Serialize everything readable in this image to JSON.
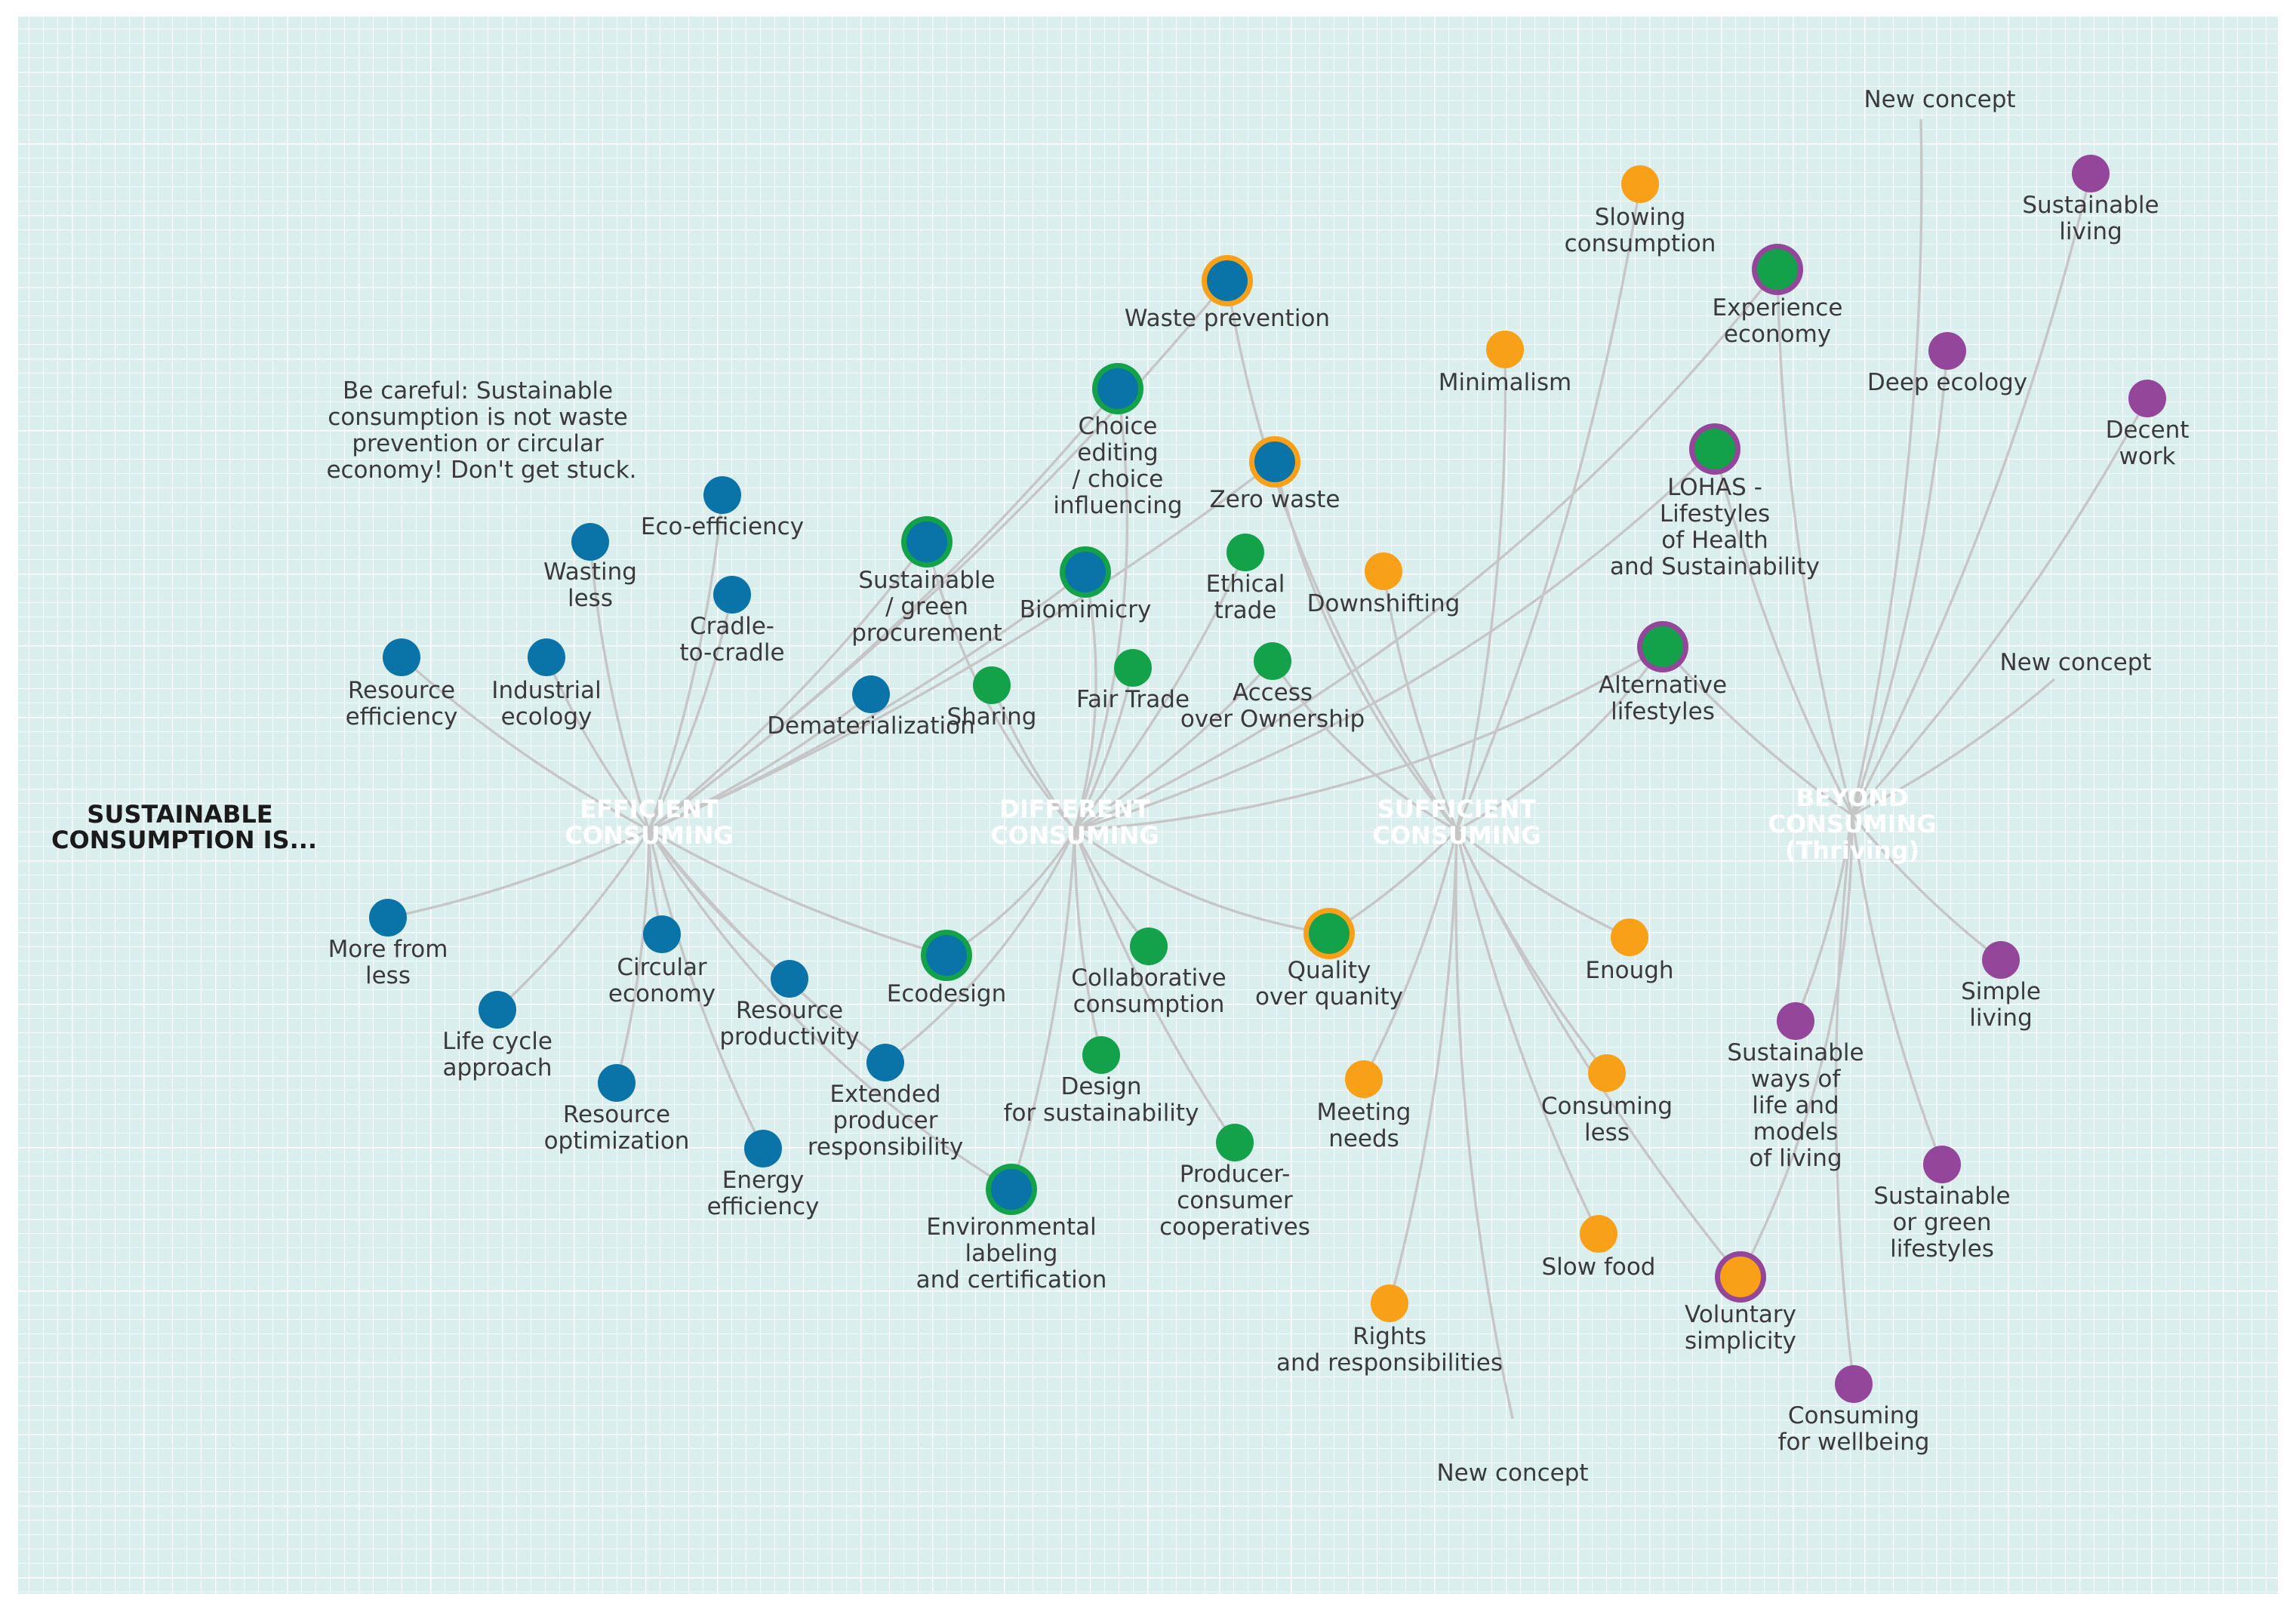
{
  "prefix": [
    "SUSTAINABLE",
    "CONSUMPTION IS..."
  ],
  "caution": [
    "Be careful: Sustainable",
    "consumption is not waste",
    "prevention or circular",
    "economy! Don't get stuck."
  ],
  "hubs": [
    {
      "id": "efficient",
      "lines": [
        "EFFICIENT",
        "CONSUMING"
      ]
    },
    {
      "id": "different",
      "lines": [
        "DIFFERENT",
        "CONSUMING"
      ]
    },
    {
      "id": "sufficient",
      "lines": [
        "SUFFICIENT",
        "CONSUMING"
      ]
    },
    {
      "id": "beyond",
      "lines": [
        "BEYOND",
        "CONSUMING",
        "(Thriving)"
      ]
    }
  ],
  "colors": {
    "blue": "#0a73a8",
    "green": "#13a24a",
    "orange": "#f9a019",
    "purple": "#93469a",
    "axis": "#f08c7f",
    "background": "#dbeeee",
    "grid": "#ffffff",
    "link": "#c6c6c6"
  },
  "concepts": [
    {
      "id": "resource-efficiency",
      "lines": [
        "Resource",
        "efficiency"
      ],
      "hub": "efficient",
      "fill": "blue"
    },
    {
      "id": "industrial-ecology",
      "lines": [
        "Industrial",
        "ecology"
      ],
      "hub": "efficient",
      "fill": "blue"
    },
    {
      "id": "wasting-less",
      "lines": [
        "Wasting",
        "less"
      ],
      "hub": "efficient",
      "fill": "blue"
    },
    {
      "id": "eco-efficiency",
      "lines": [
        "Eco-efficiency"
      ],
      "hub": "efficient",
      "fill": "blue"
    },
    {
      "id": "cradle-to-cradle",
      "lines": [
        "Cradle-",
        "to-cradle"
      ],
      "hub": "efficient",
      "fill": "blue"
    },
    {
      "id": "dematerialization",
      "lines": [
        "Dematerialization"
      ],
      "hub": "efficient",
      "fill": "blue"
    },
    {
      "id": "sustainable-procurement",
      "lines": [
        "Sustainable",
        "/ green",
        "procurement"
      ],
      "hub": "efficient",
      "fill": "blue",
      "ring": "green"
    },
    {
      "id": "biomimicry",
      "lines": [
        "Biomimicry"
      ],
      "hub": "efficient",
      "fill": "blue",
      "ring": "green"
    },
    {
      "id": "choice-editing",
      "lines": [
        "Choice",
        "editing",
        "/ choice",
        "influencing"
      ],
      "hub": "efficient",
      "fill": "blue",
      "ring": "green"
    },
    {
      "id": "waste-prevention",
      "lines": [
        "Waste prevention"
      ],
      "hub": "efficient",
      "fill": "blue",
      "ring": "orange"
    },
    {
      "id": "zero-waste",
      "lines": [
        "Zero waste"
      ],
      "hub": "efficient",
      "fill": "blue",
      "ring": "orange"
    },
    {
      "id": "more-from-less",
      "lines": [
        "More from",
        "less"
      ],
      "hub": "efficient",
      "fill": "blue"
    },
    {
      "id": "life-cycle",
      "lines": [
        "Life cycle",
        "approach"
      ],
      "hub": "efficient",
      "fill": "blue"
    },
    {
      "id": "circular-economy",
      "lines": [
        "Circular",
        "economy"
      ],
      "hub": "efficient",
      "fill": "blue"
    },
    {
      "id": "resource-optimization",
      "lines": [
        "Resource",
        "optimization"
      ],
      "hub": "efficient",
      "fill": "blue"
    },
    {
      "id": "resource-productivity",
      "lines": [
        "Resource",
        "productivity"
      ],
      "hub": "efficient",
      "fill": "blue"
    },
    {
      "id": "energy-efficiency",
      "lines": [
        "Energy",
        "efficiency"
      ],
      "hub": "efficient",
      "fill": "blue"
    },
    {
      "id": "extended-producer",
      "lines": [
        "Extended",
        "producer",
        "responsibility"
      ],
      "hub": "efficient",
      "fill": "blue"
    },
    {
      "id": "ecodesign",
      "lines": [
        "Ecodesign"
      ],
      "hub": "efficient",
      "fill": "blue",
      "ring": "green"
    },
    {
      "id": "environmental-labeling",
      "lines": [
        "Environmental",
        "labeling",
        "and certification"
      ],
      "hub": "different",
      "fill": "blue",
      "ring": "green"
    },
    {
      "id": "sharing",
      "lines": [
        "Sharing"
      ],
      "hub": "different",
      "fill": "green"
    },
    {
      "id": "fair-trade",
      "lines": [
        "Fair Trade"
      ],
      "hub": "different",
      "fill": "green"
    },
    {
      "id": "ethical-trade",
      "lines": [
        "Ethical",
        "trade"
      ],
      "hub": "different",
      "fill": "green"
    },
    {
      "id": "access-over-ownership",
      "lines": [
        "Access",
        "over Ownership"
      ],
      "hub": "different",
      "fill": "green"
    },
    {
      "id": "collaborative-consumption",
      "lines": [
        "Collaborative",
        "consumption"
      ],
      "hub": "different",
      "fill": "green"
    },
    {
      "id": "design-for-sustainability",
      "lines": [
        "Design",
        "for sustainability"
      ],
      "hub": "different",
      "fill": "green"
    },
    {
      "id": "producer-consumer",
      "lines": [
        "Producer-",
        "consumer",
        "cooperatives"
      ],
      "hub": "different",
      "fill": "green"
    },
    {
      "id": "quality-over-quantity",
      "lines": [
        "Quality",
        "over quanity"
      ],
      "hub": "sufficient",
      "fill": "green",
      "ring": "orange"
    },
    {
      "id": "slowing-consumption",
      "lines": [
        "Slowing",
        "consumption"
      ],
      "hub": "sufficient",
      "fill": "orange"
    },
    {
      "id": "minimalism",
      "lines": [
        "Minimalism"
      ],
      "hub": "sufficient",
      "fill": "orange"
    },
    {
      "id": "downshifting",
      "lines": [
        "Downshifting"
      ],
      "hub": "sufficient",
      "fill": "orange"
    },
    {
      "id": "enough",
      "lines": [
        "Enough"
      ],
      "hub": "sufficient",
      "fill": "orange"
    },
    {
      "id": "meeting-needs",
      "lines": [
        "Meeting",
        "needs"
      ],
      "hub": "sufficient",
      "fill": "orange"
    },
    {
      "id": "consuming-less",
      "lines": [
        "Consuming",
        "less"
      ],
      "hub": "sufficient",
      "fill": "orange"
    },
    {
      "id": "slow-food",
      "lines": [
        "Slow food"
      ],
      "hub": "sufficient",
      "fill": "orange"
    },
    {
      "id": "rights-responsibilities",
      "lines": [
        "Rights",
        "and responsibilities"
      ],
      "hub": "sufficient",
      "fill": "orange"
    },
    {
      "id": "voluntary-simplicity",
      "lines": [
        "Voluntary",
        "simplicity"
      ],
      "hub": "sufficient",
      "fill": "orange",
      "ring": "purple"
    },
    {
      "id": "experience-economy",
      "lines": [
        "Experience",
        "economy"
      ],
      "hub": "beyond",
      "fill": "green",
      "ring": "purple"
    },
    {
      "id": "lohas",
      "lines": [
        "LOHAS -",
        "Lifestyles",
        "of Health",
        "and Sustainability"
      ],
      "hub": "beyond",
      "fill": "green",
      "ring": "purple"
    },
    {
      "id": "alternative-lifestyles",
      "lines": [
        "Alternative",
        "lifestyles"
      ],
      "hub": "beyond",
      "fill": "green",
      "ring": "purple"
    },
    {
      "id": "sustainable-living",
      "lines": [
        "Sustainable",
        "living"
      ],
      "hub": "beyond",
      "fill": "purple"
    },
    {
      "id": "deep-ecology",
      "lines": [
        "Deep ecology"
      ],
      "hub": "beyond",
      "fill": "purple"
    },
    {
      "id": "decent-work",
      "lines": [
        "Decent",
        "work"
      ],
      "hub": "beyond",
      "fill": "purple"
    },
    {
      "id": "simple-living",
      "lines": [
        "Simple",
        "living"
      ],
      "hub": "beyond",
      "fill": "purple"
    },
    {
      "id": "sustainable-ways",
      "lines": [
        "Sustainable",
        "ways of",
        "life and",
        "models",
        "of living"
      ],
      "hub": "beyond",
      "fill": "purple"
    },
    {
      "id": "sustainable-green-lifestyles",
      "lines": [
        "Sustainable",
        "or green",
        "lifestyles"
      ],
      "hub": "beyond",
      "fill": "purple"
    },
    {
      "id": "consuming-for-wellbeing",
      "lines": [
        "Consuming",
        "for wellbeing"
      ],
      "hub": "beyond",
      "fill": "purple"
    },
    {
      "id": "new-concept-top",
      "lines": [
        "New concept"
      ],
      "hub": "beyond"
    },
    {
      "id": "new-concept-right",
      "lines": [
        "New concept"
      ],
      "hub": "beyond"
    },
    {
      "id": "new-concept-bottom",
      "lines": [
        "New concept"
      ],
      "hub": "sufficient"
    }
  ]
}
